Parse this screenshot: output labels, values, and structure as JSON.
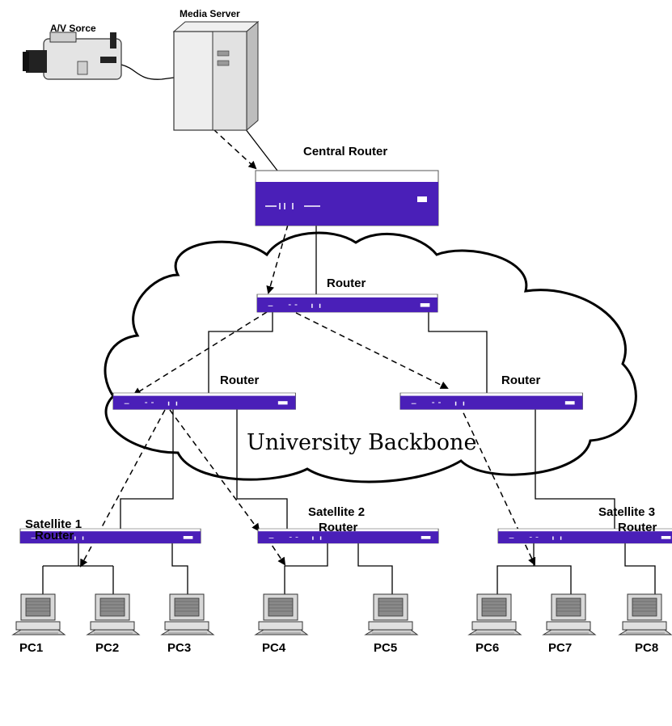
{
  "labels": {
    "av_source": "A/V Sorce",
    "media_server": "Media Server",
    "central_router": "Central Router",
    "router_top": "Router",
    "router_left": "Router",
    "router_right": "Router",
    "backbone": "University Backbone",
    "sat1_line1": "Satellite 1",
    "sat1_line2": "Router",
    "sat2_line1": "Satellite 2",
    "sat2_line2": "Router",
    "sat3_line1": "Satellite 3",
    "sat3_line2": "Router",
    "pcs": [
      "PC1",
      "PC2",
      "PC3",
      "PC4",
      "PC5",
      "PC6",
      "PC7",
      "PC8"
    ]
  },
  "colors": {
    "router_purple": "#4a1fb8",
    "cloud_outline": "#000000",
    "device_gray": "#d8d8d8"
  },
  "icons": {
    "camera": "camcorder-icon",
    "server": "server-tower-icon",
    "router": "router-icon",
    "pc": "desktop-pc-icon"
  }
}
